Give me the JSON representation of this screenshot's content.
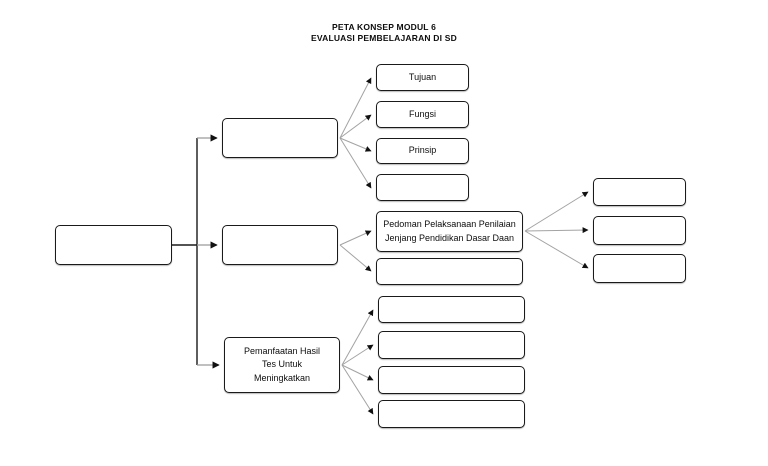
{
  "title": {
    "line1": "PETA KONSEP MODUL 6",
    "line2": "EVALUASI PEMBELAJARAN DI SD"
  },
  "boxes": {
    "root": "",
    "branch_top": "",
    "branch_middle": "",
    "branch_bottom": "Pemanfaatan Hasil\nTes Untuk\nMeningkatkan",
    "tujuan": "Tujuan",
    "fungsi": "Fungsi",
    "prinsip": "Prinsip",
    "top_child_4": "",
    "pedoman": "Pedoman Pelaksanaan Penilaian\nJenjang Pendidikan Dasar Daan",
    "middle_child_2": "",
    "right_child_1": "",
    "right_child_2": "",
    "right_child_3": "",
    "bottom_child_1": "",
    "bottom_child_2": "",
    "bottom_child_3": "",
    "bottom_child_4": ""
  },
  "colors": {
    "box_border": "#1a1a1a",
    "tree_line": "#1a1a1a",
    "fan_line": "#a3a3a3",
    "arrowhead": "#111111",
    "text": "#0d0d0d",
    "background": "#ffffff"
  }
}
